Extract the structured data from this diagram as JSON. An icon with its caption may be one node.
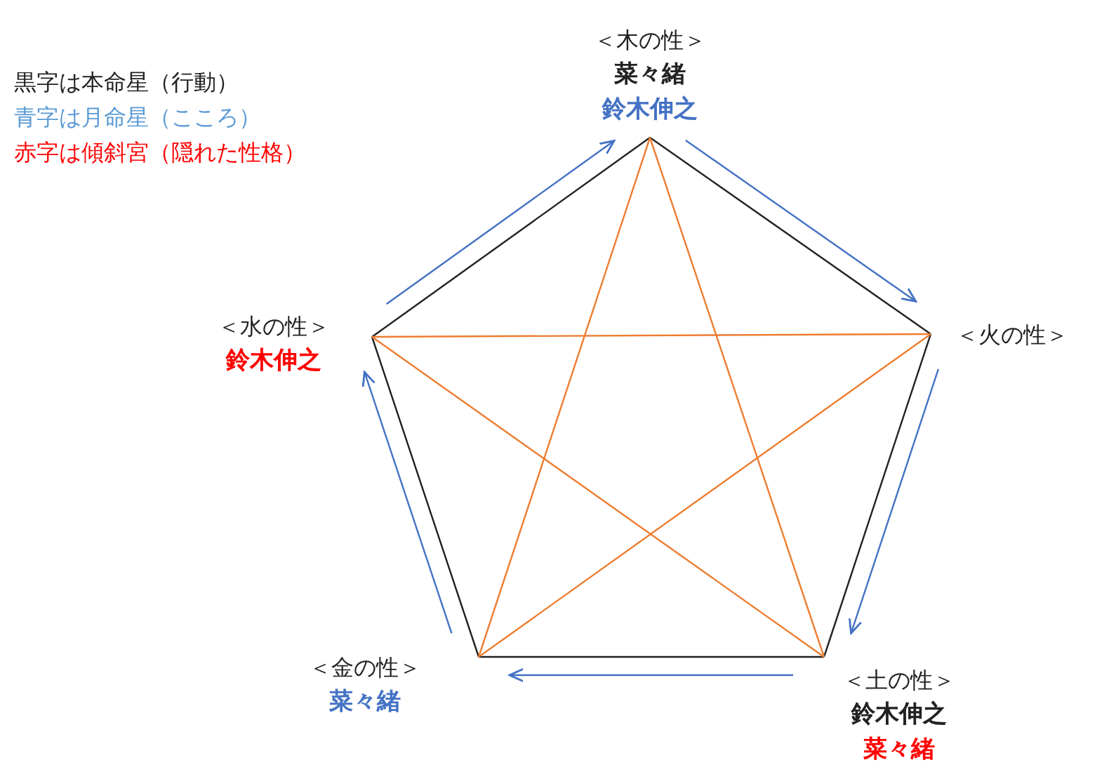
{
  "diagram": {
    "nodes": [
      {
        "text": [
          "＜木の性＞",
          "菜々緒",
          "鈴木伸之"
        ]
      },
      {
        "text": [
          "＜火の性＞"
        ]
      },
      {
        "text": [
          "＜土の性＞",
          "鈴木伸之",
          "菜々緒"
        ]
      },
      {
        "text": [
          "＜金の性＞",
          "菜々緒"
        ]
      },
      {
        "text": [
          "＜水の性＞",
          "鈴木伸之"
        ]
      }
    ],
    "edges": [
      {
        "from": 0,
        "to": 1,
        "arrow": "none"
      },
      {
        "from": 1,
        "to": 2,
        "arrow": "none"
      },
      {
        "from": 2,
        "to": 3,
        "arrow": "none"
      },
      {
        "from": 3,
        "to": 4,
        "arrow": "none"
      },
      {
        "from": 4,
        "to": 0,
        "arrow": "none"
      },
      {
        "from": 0,
        "to": 2,
        "arrow": "none",
        "color": "#ed7d31"
      },
      {
        "from": 0,
        "to": 3,
        "arrow": "none",
        "color": "#ed7d31"
      },
      {
        "from": 4,
        "to": 1,
        "arrow": "none",
        "color": "#ed7d31"
      },
      {
        "from": 4,
        "to": 2,
        "arrow": "none",
        "color": "#ed7d31"
      },
      {
        "from": 3,
        "to": 1,
        "arrow": "none",
        "color": "#ed7d31"
      },
      {
        "from": 0,
        "to": 1,
        "arrow": "to",
        "color": "#4472c4"
      },
      {
        "from": 1,
        "to": 2,
        "arrow": "to",
        "color": "#4472c4"
      },
      {
        "from": 2,
        "to": 3,
        "arrow": "to",
        "color": "#4472c4"
      },
      {
        "from": 3,
        "to": 4,
        "arrow": "to",
        "color": "#4472c4"
      },
      {
        "from": 4,
        "to": 0,
        "arrow": "to",
        "color": "#4472c4"
      }
    ],
    "legend": [
      {
        "text": "黒字は本命星（行動）",
        "color": "#222222"
      },
      {
        "text": "青字は月命星（こころ）",
        "color": "#5b9bd5"
      },
      {
        "text": "赤字は傾斜宮（隠れた性格）",
        "color": "#ff0000"
      }
    ]
  }
}
